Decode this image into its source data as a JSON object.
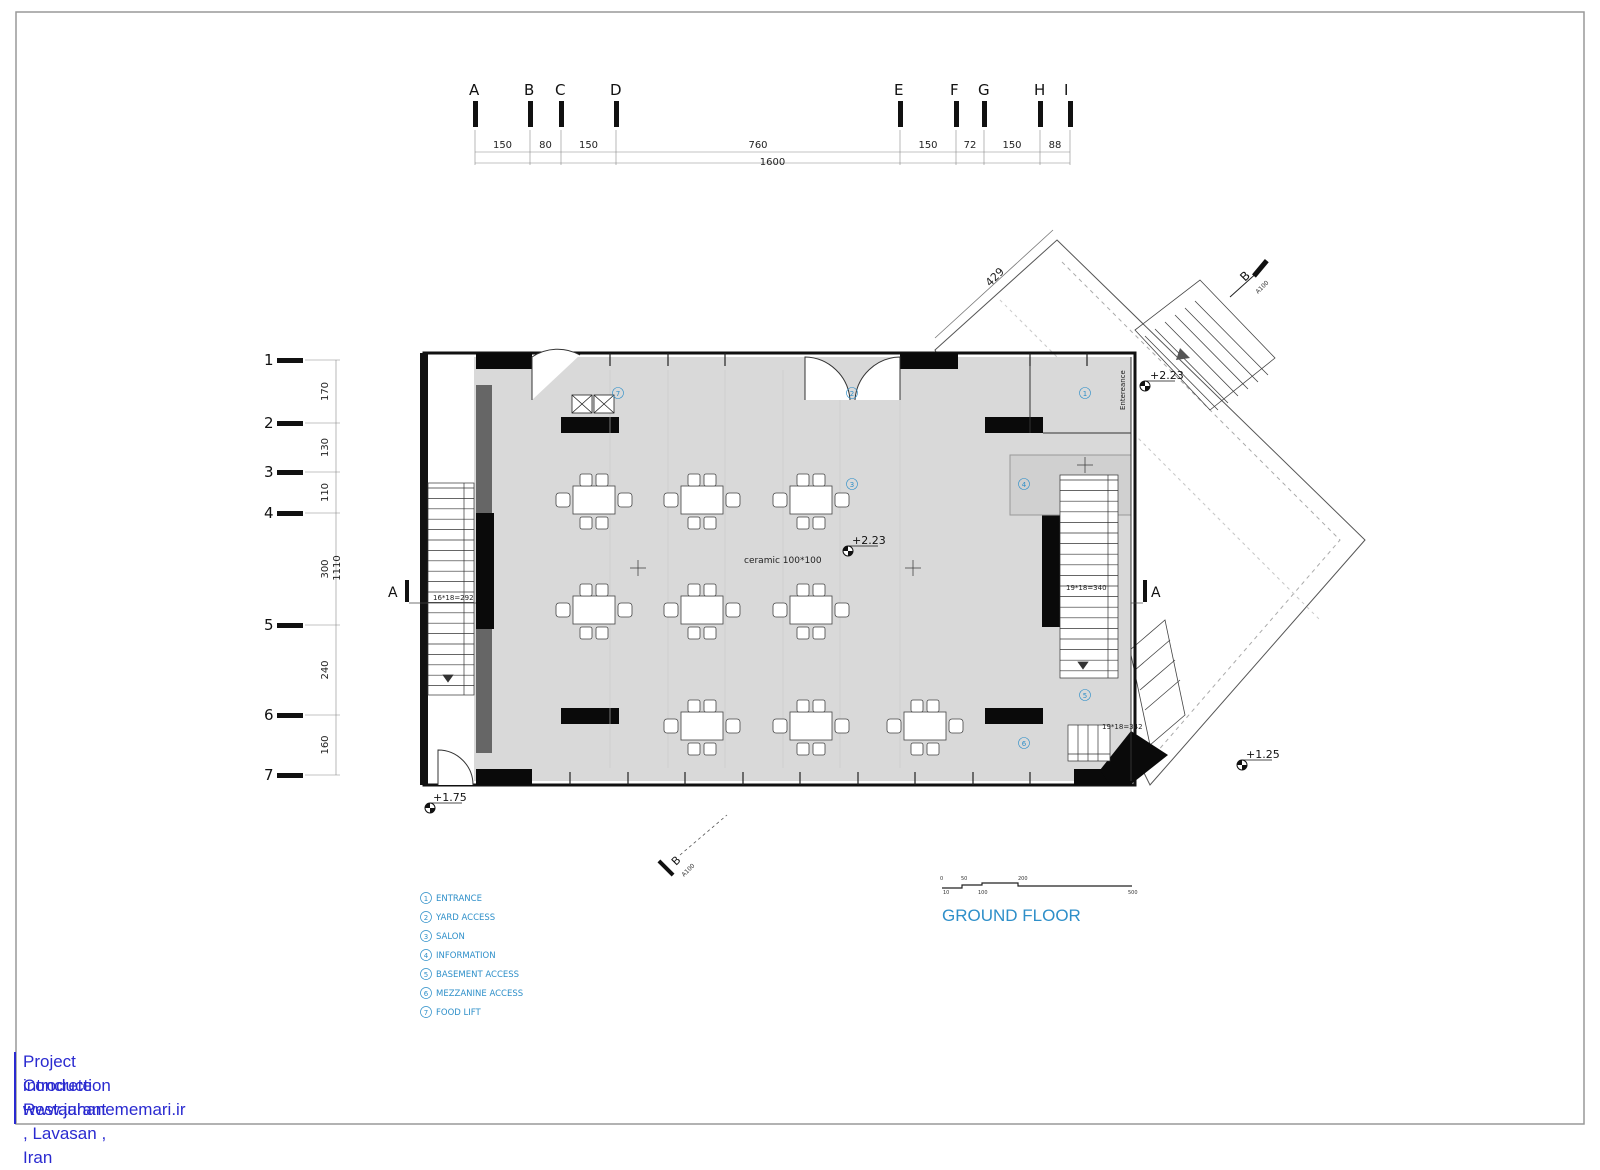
{
  "title": "GROUND FLOOR",
  "colors": {
    "accent": "#2e8fc9",
    "ink": "#111111",
    "floor": "#d9d9d9",
    "caption": "#2a2ad0"
  },
  "grid_columns": [
    "A",
    "B",
    "C",
    "D",
    "E",
    "F",
    "G",
    "H",
    "I"
  ],
  "column_spacings": [
    "150",
    "80",
    "150",
    "760",
    "150",
    "72",
    "150",
    "88"
  ],
  "column_total": "1600",
  "grid_rows": [
    "1",
    "2",
    "3",
    "4",
    "5",
    "6",
    "7"
  ],
  "row_spacings": [
    "170",
    "130",
    "110",
    "300",
    "240",
    "160"
  ],
  "row_total": "1110",
  "levels": {
    "main": "+2.23",
    "entrance": "+2.23",
    "bottom_left": "+1.75",
    "right": "+1.25"
  },
  "floor_note": "ceramic 100*100",
  "stairs": {
    "left": "16*18=292",
    "right": "19*18=340",
    "bottom": "19*18=342"
  },
  "entrance_label": "Entereance",
  "ramp_dim": "429",
  "section_marks": {
    "a": "A",
    "b": "B",
    "b_ref": "A100"
  },
  "space_numbers": [
    "1",
    "2",
    "3",
    "4",
    "5",
    "6",
    "7"
  ],
  "legend": [
    {
      "n": "1",
      "label": "ENTRANCE"
    },
    {
      "n": "2",
      "label": "YARD ACCESS"
    },
    {
      "n": "3",
      "label": "SALON"
    },
    {
      "n": "4",
      "label": "INFORMATION"
    },
    {
      "n": "5",
      "label": "BASEMENT ACCESS"
    },
    {
      "n": "6",
      "label": "MEZZANINE ACCESS"
    },
    {
      "n": "7",
      "label": "FOOD LIFT"
    }
  ],
  "scale_labels": [
    "0",
    "10",
    "50",
    "100",
    "200",
    "500"
  ],
  "caption": {
    "line1": "Project introduction",
    "line2": "Concrete Restaurant , Lavasan , Iran",
    "line3": "www.jahanememari.ir"
  }
}
